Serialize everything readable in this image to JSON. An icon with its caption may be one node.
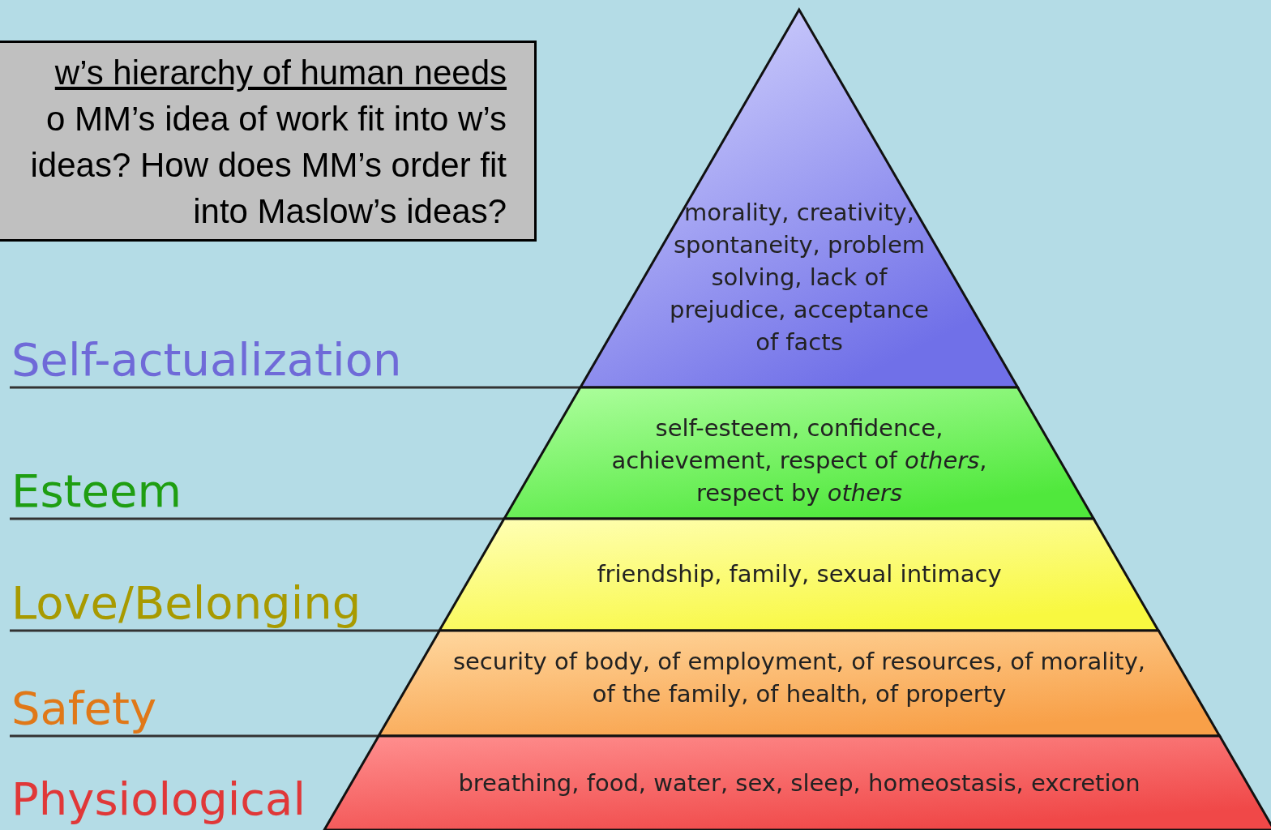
{
  "diagram": {
    "nodes": [
      {
        "text": [
          "w’s hierarchy of human needs",
          "o MM’s idea of work fit into w’s ideas? How does MM’s order fit into Maslow’s ideas?"
        ]
      },
      {
        "text": [
          "morality, creativity, spontaneity, problem solving, lack of prejudice, acceptance of facts"
        ]
      },
      {
        "text": [
          "self-esteem, confidence, achievement, respect of *others*, respect by *others*"
        ]
      },
      {
        "text": [
          "friendship, family, sexual intimacy"
        ]
      },
      {
        "text": [
          "security of body, of employment, of resources, of morality, of the family, of health, of property"
        ]
      },
      {
        "text": [
          "breathing, food, water, sex, sleep, homeostasis, excretion"
        ]
      }
    ],
    "edges": [],
    "labels": [
      "Self-actualization",
      "Esteem",
      "Love/Belonging",
      "Safety",
      "Physiological"
    ]
  }
}
